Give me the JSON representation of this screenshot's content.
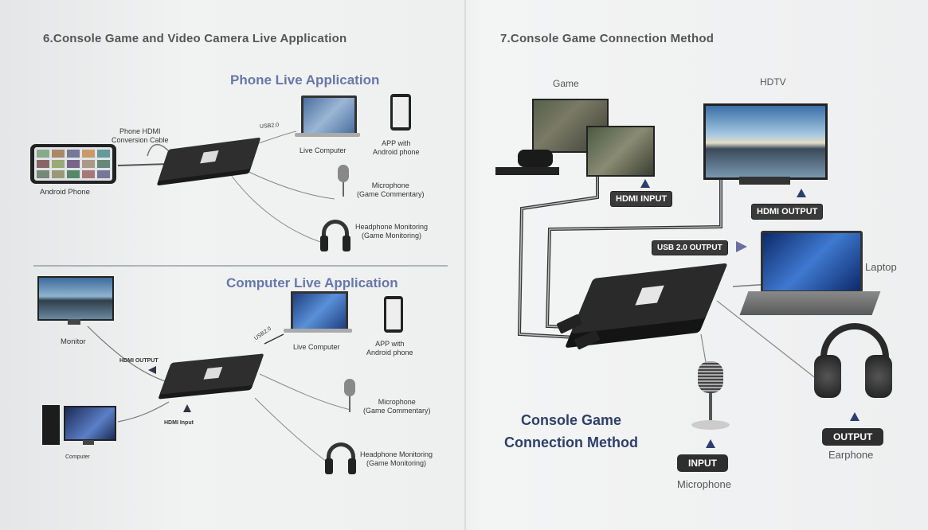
{
  "left": {
    "title": "6.Console Game and Video Camera Live Application",
    "phone": {
      "subtitle": "Phone Live Application",
      "cable": "Phone HDMI\nConversion Cable",
      "android": "Android Phone",
      "usb": "USB2.0",
      "live_computer": "Live Computer",
      "app": "APP with\nAndroid phone",
      "mic": "Microphone\n(Game Commentary)",
      "headphone": "Headphone Monitoring\n(Game Monitoring)"
    },
    "computer": {
      "subtitle": "Computer Live Application",
      "monitor": "Monitor",
      "hdmi_output": "HDMI OUTPUT",
      "usb": "USB2.0",
      "live_computer": "Live Computer",
      "app": "APP with\nAndroid phone",
      "hdmi_input": "HDMI Input",
      "computer": "Computer",
      "mic": "Microphone\n(Game Commentary)",
      "headphone": "Headphone Monitoring\n(Game Monitoring)"
    }
  },
  "right": {
    "title": "7.Console Game Connection Method",
    "game": "Game",
    "hdtv": "HDTV",
    "hdmi_input": "HDMI INPUT",
    "hdmi_output": "HDMI OUTPUT",
    "usb_output": "USB 2.0 OUTPUT",
    "laptop": "Laptop",
    "method_line1": "Console Game",
    "method_line2": "Connection Method",
    "input": "INPUT",
    "microphone": "Microphone",
    "output": "OUTPUT",
    "earphone": "Earphone"
  }
}
